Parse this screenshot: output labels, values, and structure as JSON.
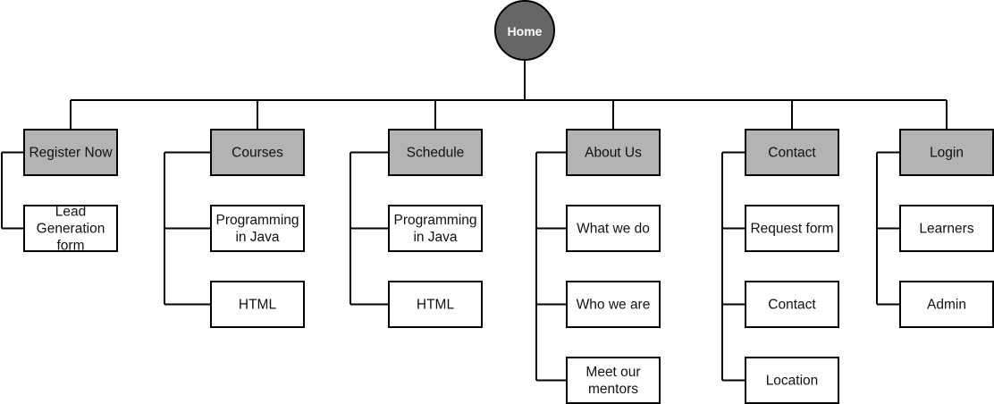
{
  "colors": {
    "home_fill": "#666666",
    "category_fill": "#b3b3b3",
    "page_fill": "#ffffff",
    "stroke": "#000000"
  },
  "root": {
    "label": "Home"
  },
  "branches": [
    {
      "label": "Register Now",
      "children": [
        {
          "label": "Lead Generation form"
        }
      ]
    },
    {
      "label": "Courses",
      "children": [
        {
          "label": "Programming in Java"
        },
        {
          "label": "HTML"
        }
      ]
    },
    {
      "label": "Schedule",
      "children": [
        {
          "label": "Programming in Java"
        },
        {
          "label": "HTML"
        }
      ]
    },
    {
      "label": "About Us",
      "children": [
        {
          "label": "What we do"
        },
        {
          "label": "Who we are"
        },
        {
          "label": "Meet our mentors"
        }
      ]
    },
    {
      "label": "Contact",
      "children": [
        {
          "label": "Request form"
        },
        {
          "label": "Contact"
        },
        {
          "label": "Location"
        }
      ]
    },
    {
      "label": "Login",
      "children": [
        {
          "label": "Learners"
        },
        {
          "label": "Admin"
        }
      ]
    }
  ]
}
